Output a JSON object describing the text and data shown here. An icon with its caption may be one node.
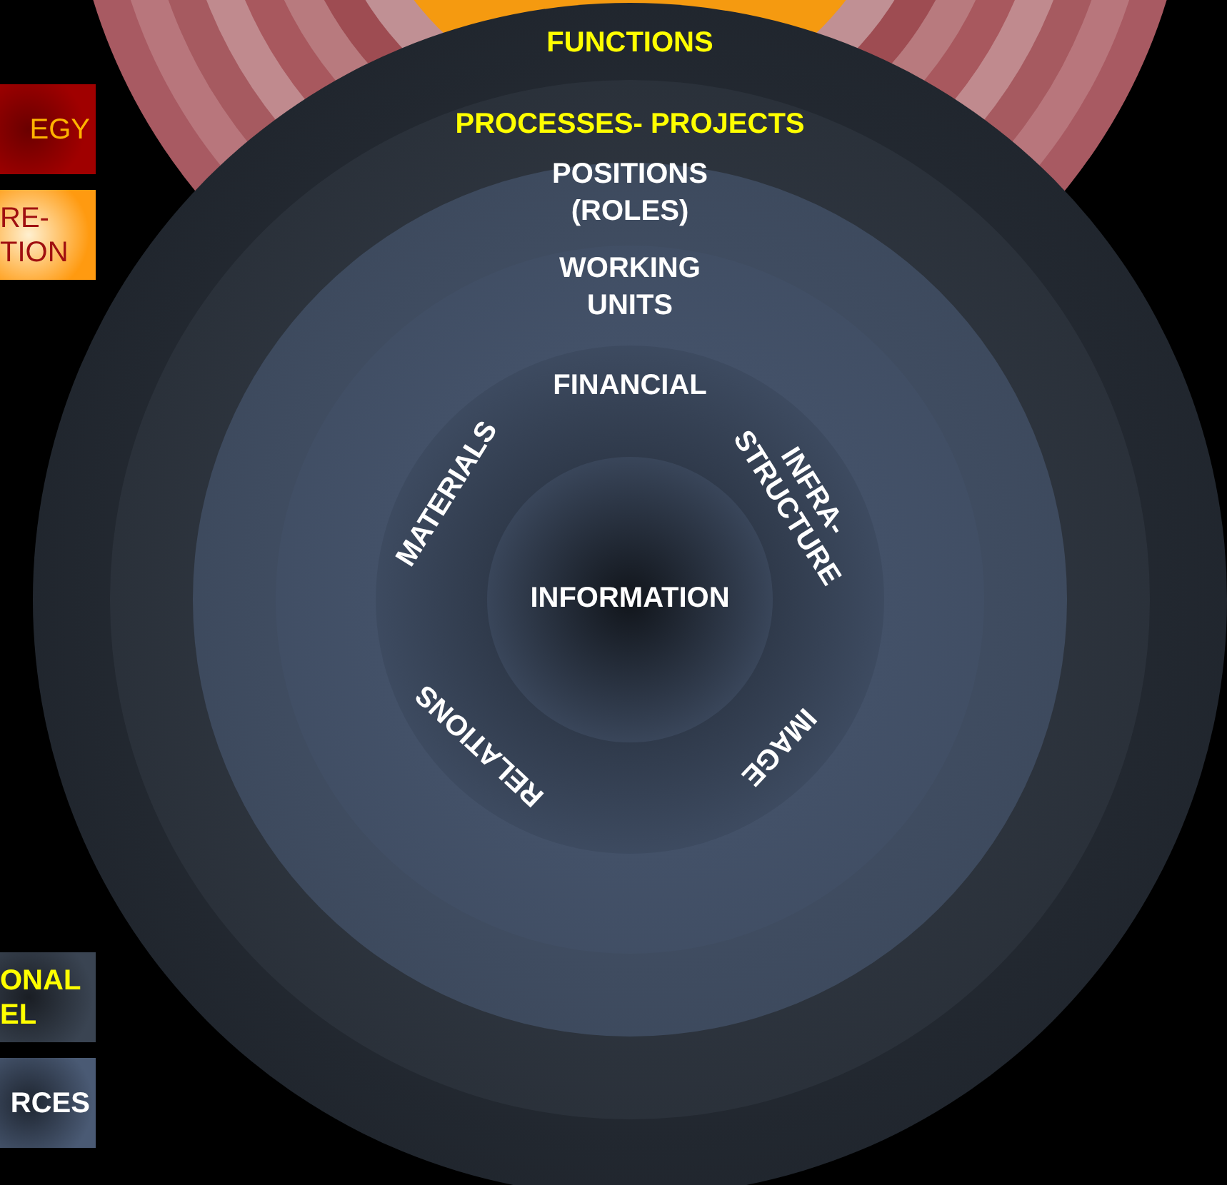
{
  "diagram": {
    "nodes": [
      {
        "text": [
          "EGY"
        ]
      },
      {
        "text": [
          "RE- TION"
        ]
      },
      {
        "text": [
          "ONAL EL"
        ]
      },
      {
        "text": [
          "RCES"
        ]
      },
      {
        "text": [
          "FUNCTIONS"
        ]
      },
      {
        "text": [
          "PROCESSES- PROJECTS"
        ],
        "in": 4
      },
      {
        "text": [
          "POSITIONS (ROLES)"
        ],
        "in": 5
      },
      {
        "text": [
          "WORKING UNITS"
        ],
        "in": 6
      },
      {
        "text": [
          "FINANCIAL",
          "MATERIALS",
          "INFRA- STRUCTURE",
          "RELATIONS",
          "IMAGE"
        ],
        "in": 7
      },
      {
        "text": [
          "INFORMATION"
        ],
        "in": 8
      }
    ],
    "edges": []
  }
}
